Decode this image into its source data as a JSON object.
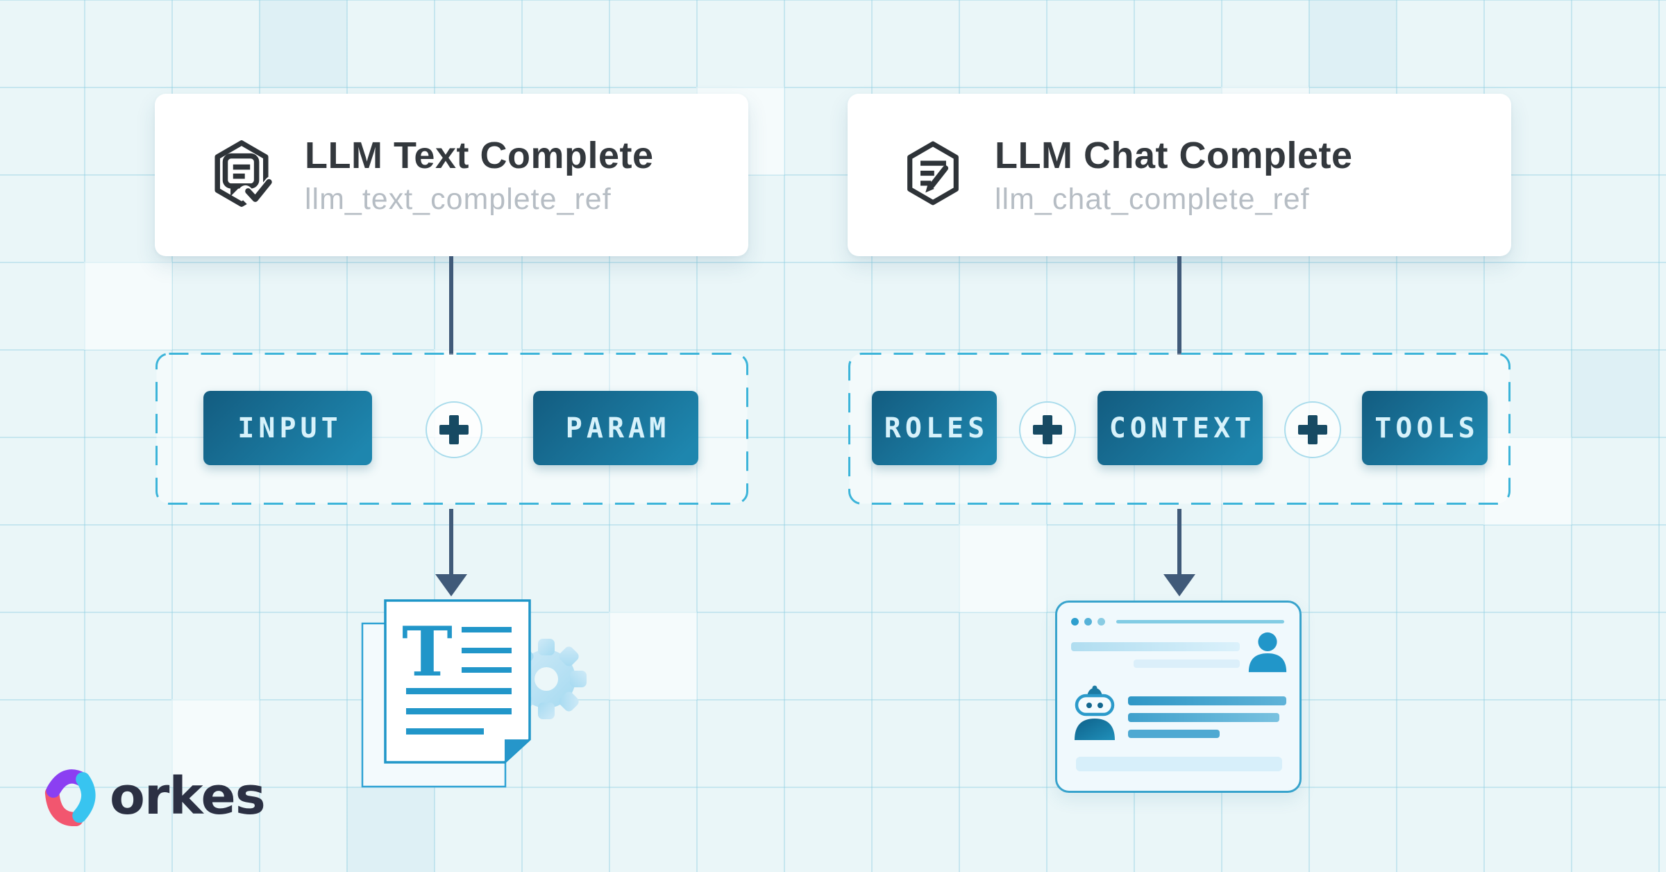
{
  "nodes": {
    "text_complete": {
      "title": "LLM Text Complete",
      "ref_name": "llm_text_complete_ref",
      "icon": "chat-check-hexagon-icon",
      "inputs": {
        "chips": [
          "INPUT",
          "PARAM"
        ]
      },
      "output_illustration": "text-document-with-gear",
      "document_letter": "T"
    },
    "chat_complete": {
      "title": "LLM Chat Complete",
      "ref_name": "llm_chat_complete_ref",
      "icon": "note-pencil-hexagon-icon",
      "inputs": {
        "chips": [
          "ROLES",
          "CONTEXT",
          "TOOLS"
        ]
      },
      "output_illustration": "chat-conversation-window"
    }
  },
  "branding": {
    "logo_text": "orkes"
  },
  "colors": {
    "background": "#eaf6f8",
    "grid_line": "#c8e6ee",
    "card_background": "#ffffff",
    "title_text": "#33383d",
    "ref_text": "#b6bdc4",
    "chip_gradient_start": "#135c80",
    "chip_gradient_end": "#1e86ae",
    "chip_text": "#d7f2fb",
    "dashed_border": "#3cb4d9",
    "connector": "#405a79",
    "plus_glyph": "#174a63",
    "illustration_blue": "#2196c9",
    "illustration_light_blue": "#bfe3f3"
  }
}
